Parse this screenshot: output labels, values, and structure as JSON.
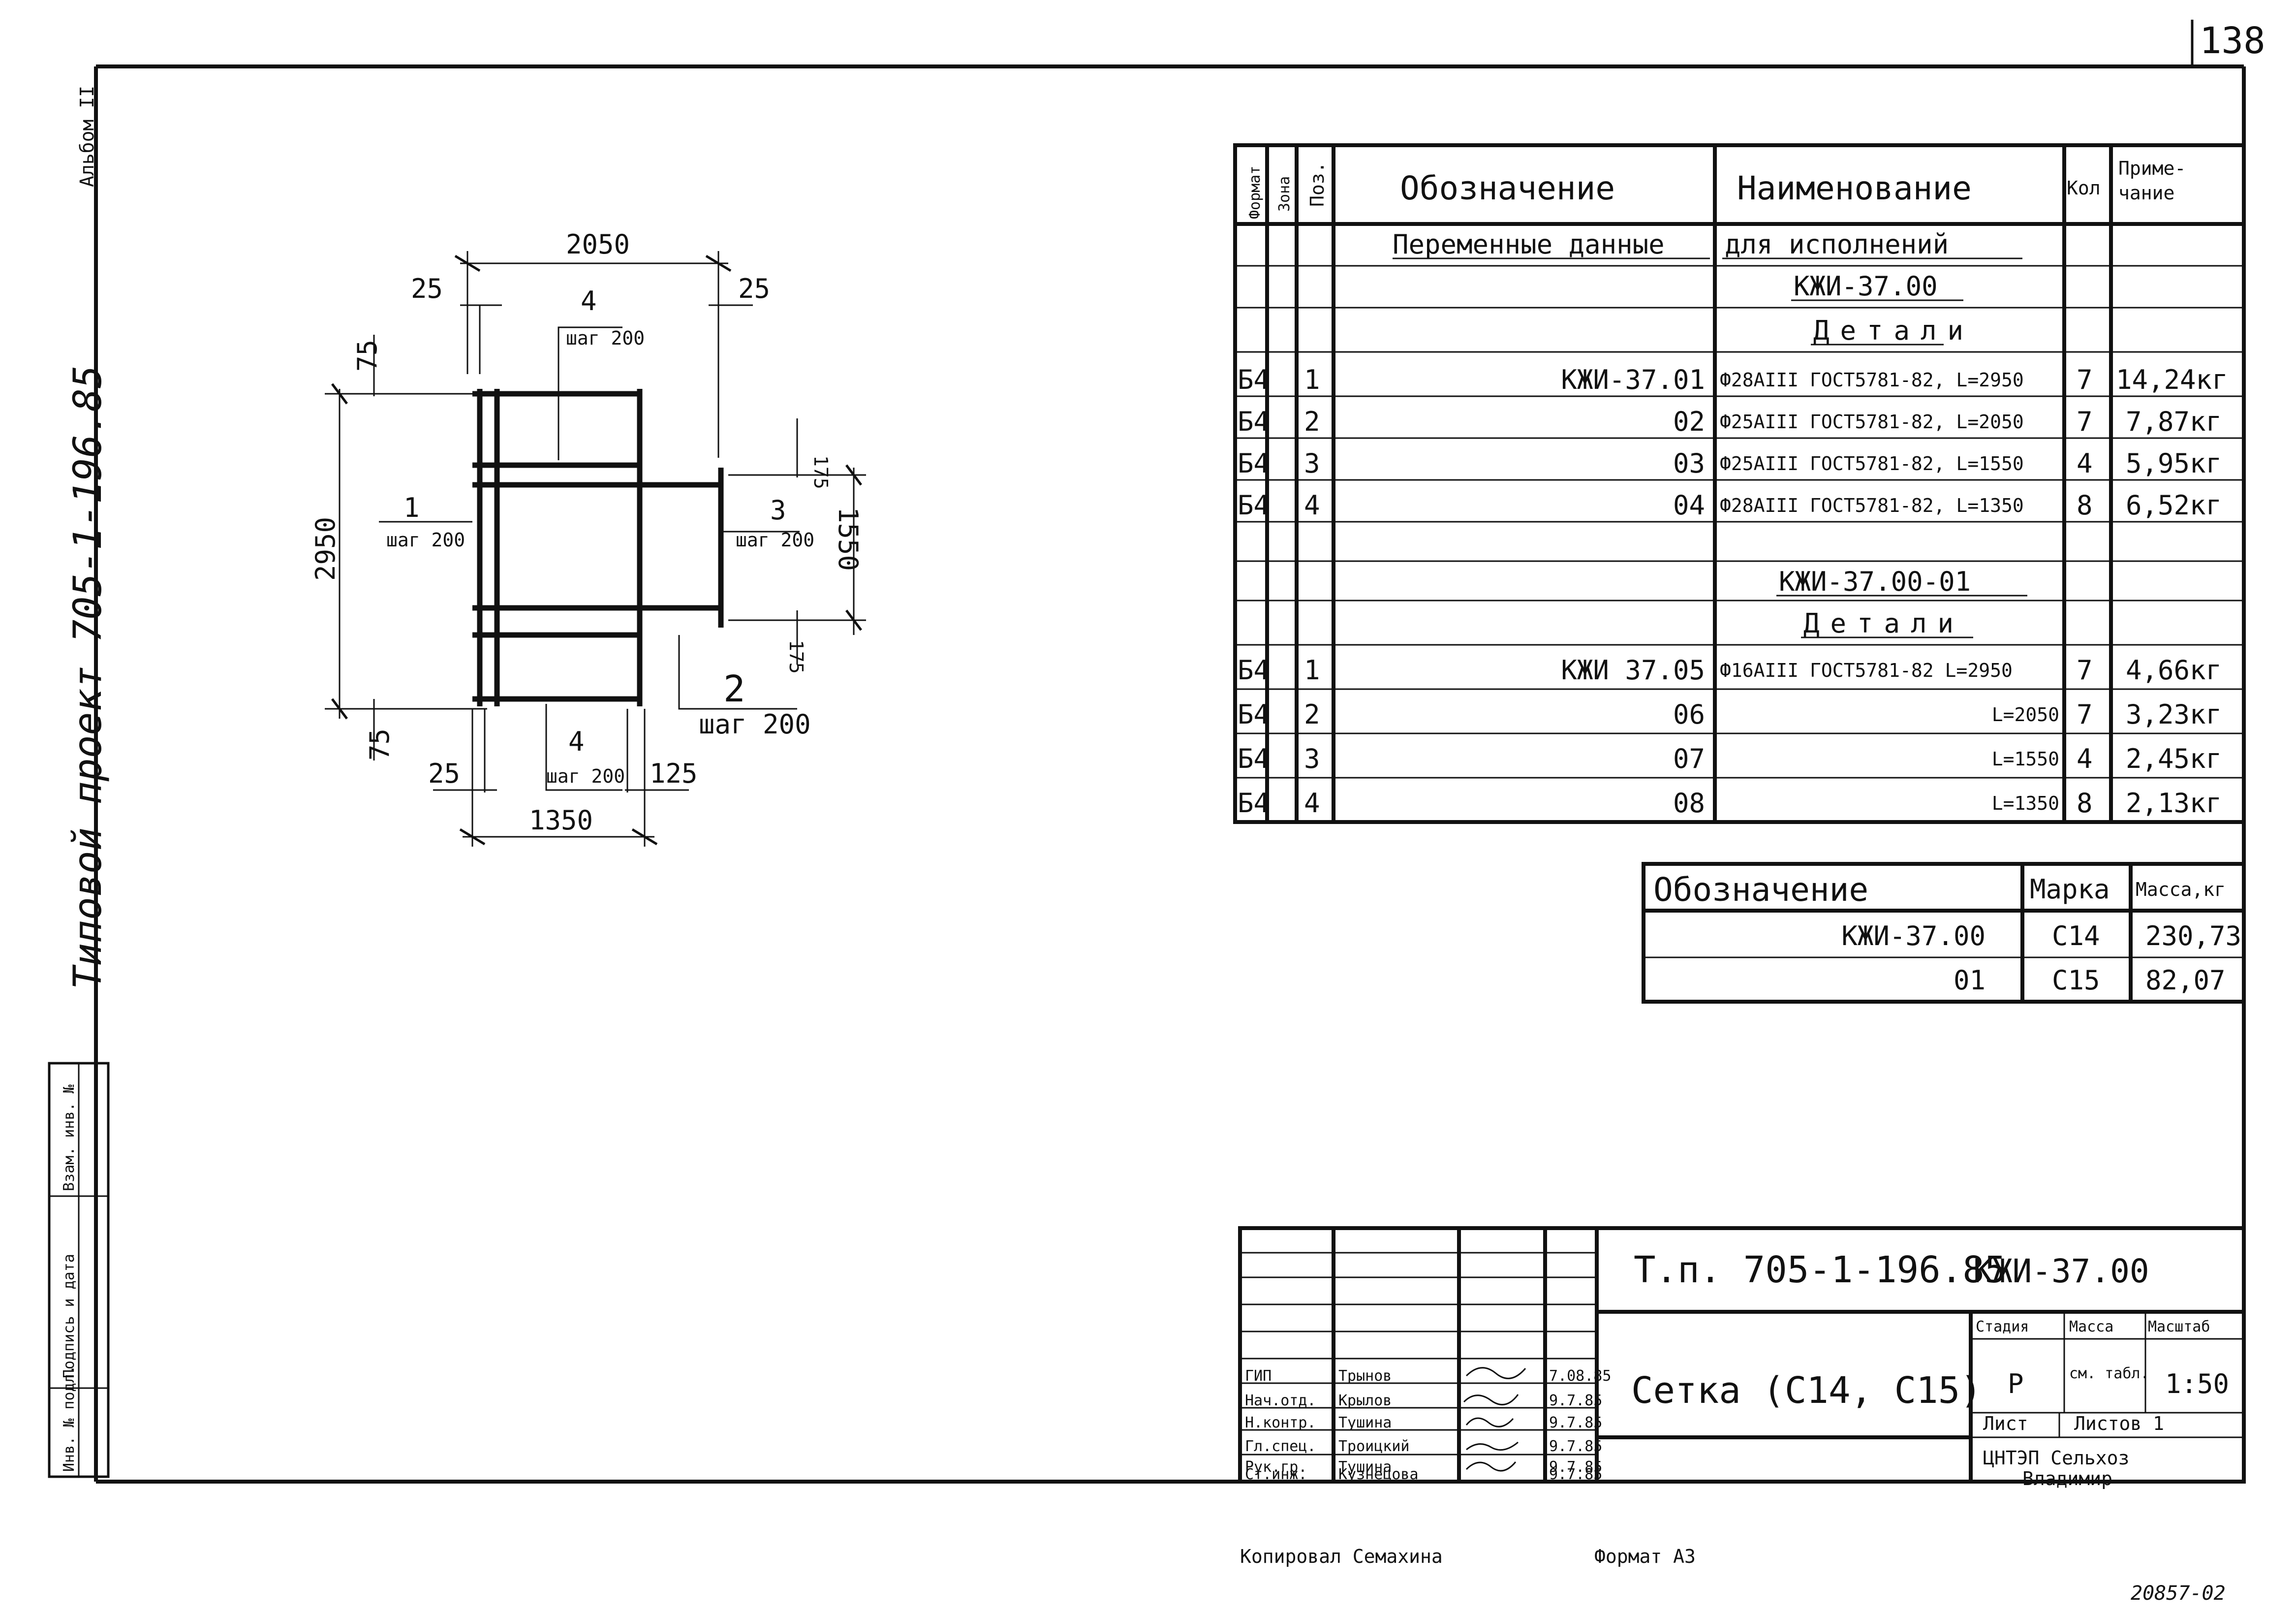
{
  "sheet_number": "138",
  "album_label": "Альбом II",
  "project_vertical": "Типовой проект 705-1-196.85",
  "side_stamp": {
    "labels": [
      "Инв. № подл.",
      "Подпись и дата",
      "Взам. инв. №"
    ]
  },
  "spec": {
    "headers": {
      "format": "Формат",
      "zone": "Зона",
      "pos": "Поз.",
      "designation": "Обозначение",
      "name": "Наименование",
      "qty": "Кол",
      "note": "Приме-\nчание"
    },
    "variable_data_left": "Переменные данные",
    "variable_data_right": "для исполнений",
    "groups": [
      {
        "title": "КЖИ-37.00",
        "section": "Детали",
        "rows": [
          {
            "format": "Б4",
            "pos": "1",
            "designation": "КЖИ-37.01",
            "name": "Ф28АIII ГОСТ5781-82, L=2950",
            "qty": "7",
            "note": "14,24кг"
          },
          {
            "format": "Б4",
            "pos": "2",
            "designation": "02",
            "name": "Ф25АIII ГОСТ5781-82, L=2050",
            "qty": "7",
            "note": "7,87кг"
          },
          {
            "format": "Б4",
            "pos": "3",
            "designation": "03",
            "name": "Ф25АIII ГОСТ5781-82, L=1550",
            "qty": "4",
            "note": "5,95кг"
          },
          {
            "format": "Б4",
            "pos": "4",
            "designation": "04",
            "name": "Ф28АIII ГОСТ5781-82, L=1350",
            "qty": "8",
            "note": "6,52кг"
          }
        ]
      },
      {
        "title": "КЖИ-37.00-01",
        "section": "Детали",
        "rows": [
          {
            "format": "Б4",
            "pos": "1",
            "designation": "КЖИ 37.05",
            "name": "Ф16АIII ГОСТ5781-82 L=2950",
            "qty": "7",
            "note": "4,66кг"
          },
          {
            "format": "Б4",
            "pos": "2",
            "designation": "06",
            "name": "L=2050",
            "qty": "7",
            "note": "3,23кг"
          },
          {
            "format": "Б4",
            "pos": "3",
            "designation": "07",
            "name": "L=1550",
            "qty": "4",
            "note": "2,45кг"
          },
          {
            "format": "Б4",
            "pos": "4",
            "designation": "08",
            "name": "L=1350",
            "qty": "8",
            "note": "2,13кг"
          }
        ]
      }
    ]
  },
  "mass_table": {
    "headers": {
      "designation": "Обозначение",
      "mark": "Марка",
      "mass": "Масса,кг"
    },
    "rows": [
      {
        "designation": "КЖИ-37.00",
        "mark": "С14",
        "mass": "230,73"
      },
      {
        "designation": "01",
        "mark": "С15",
        "mass": "82,07"
      }
    ]
  },
  "drawing": {
    "dims": {
      "top_total": "2050",
      "top_left": "25",
      "top_right": "25",
      "left_top": "75",
      "left_total": "2950",
      "left_bottom": "75",
      "right_top": "175",
      "right_total": "1550",
      "right_bottom": "175",
      "bottom_left": "25",
      "bottom_right": "125",
      "bottom_total": "1350"
    },
    "callouts": [
      {
        "num": "4",
        "label": "шаг 200"
      },
      {
        "num": "1",
        "label": "шаг 200"
      },
      {
        "num": "3",
        "label": "шаг 200"
      },
      {
        "num": "2",
        "label": "шаг 200"
      },
      {
        "num": "4",
        "label": "шаг 200"
      }
    ]
  },
  "title_block": {
    "doc_code": "Т.п. 705-1-196.85",
    "doc_mark": "КЖИ-37.00",
    "title": "Сетка (С14, С15)",
    "stage_label": "Стадия",
    "mass_label": "Масса",
    "scale_label": "Масштаб",
    "stage_value": "Р",
    "mass_value": "см. табл.",
    "scale_value": "1:50",
    "sheet_label": "Лист",
    "sheets_label": "Листов 1",
    "org": "ЦНТЭП Сельхоз\nВладимир",
    "roles": [
      {
        "role": "ГИП",
        "name": "Трынов",
        "date": "7.08.85"
      },
      {
        "role": "Нач.отд.",
        "name": "Крылов",
        "date": "9.7.85"
      },
      {
        "role": "Н.контр.",
        "name": "Тушина",
        "date": "9.7.85"
      },
      {
        "role": "Гл.спец.",
        "name": "Троицкий",
        "date": "9.7.85"
      },
      {
        "role": "Рук.гр.",
        "name": "Тушина",
        "date": "9.7.85"
      },
      {
        "role": "Ст.инж.",
        "name": "Кузнецова",
        "date": "9.7.85"
      }
    ]
  },
  "copied_by": "Копировал Семахина",
  "format": "Формат А3",
  "archive_number": "20857-02"
}
